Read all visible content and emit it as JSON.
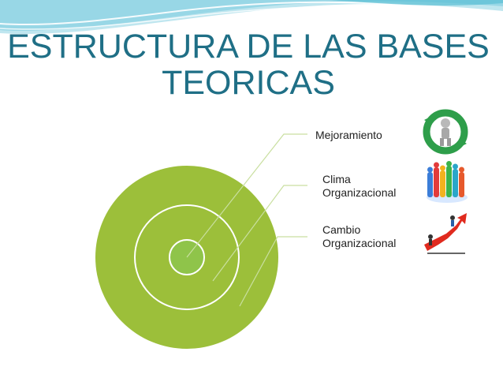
{
  "title": {
    "line1": "ESTRUCTURA DE LAS BASES",
    "line2": "TEORICAS"
  },
  "items": [
    {
      "label": "Mejoramiento"
    },
    {
      "label_line1": "Clima",
      "label_line2": "Organizacional"
    },
    {
      "label_line1": "Cambio",
      "label_line2": "Organizacional"
    }
  ],
  "colors": {
    "title": "#1f6f86",
    "outer_ring": "#9cbf3a",
    "inner_circle": "#8fc44a",
    "wave": "#6fc9da"
  }
}
